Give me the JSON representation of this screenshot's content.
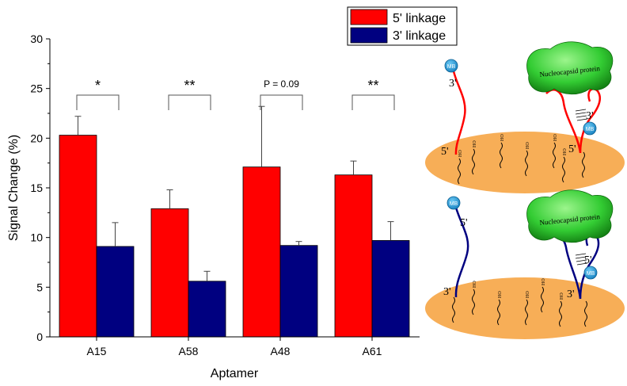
{
  "chart_data": {
    "type": "bar",
    "xlabel": "Aptamer",
    "ylabel": "Signal Change (%)",
    "ylim": [
      0,
      30
    ],
    "yticks": [
      0,
      5,
      10,
      15,
      20,
      25,
      30
    ],
    "categories": [
      "A15",
      "A58",
      "A48",
      "A61"
    ],
    "series": [
      {
        "name": "5' linkage",
        "color": "#ff0000",
        "values": [
          20.3,
          12.9,
          17.1,
          16.3
        ],
        "errors": [
          1.9,
          1.9,
          6.1,
          1.4
        ]
      },
      {
        "name": "3' linkage",
        "color": "#000080",
        "values": [
          9.1,
          5.6,
          9.2,
          9.7
        ],
        "errors": [
          2.4,
          1.0,
          0.4,
          1.9
        ]
      }
    ],
    "significance": [
      "*",
      "**",
      "P = 0.09",
      "**"
    ],
    "legend_position": "top-right"
  },
  "diagram": {
    "protein_label": "Nucleocapsid protein",
    "mb_label": "MB",
    "oh_label": "HO",
    "top_panel": {
      "free_end": "3'",
      "bound_end": "5'",
      "hairpin_end": "3'",
      "anchor_end": "5'"
    },
    "bottom_panel": {
      "free_end": "5'",
      "bound_end": "3'",
      "hairpin_end": "5'",
      "anchor_end": "3'"
    },
    "colors": {
      "top_strand": "#ff0000",
      "bottom_strand": "#000080",
      "surface": "#f7ae57",
      "protein": "#33cc33",
      "mb": "#1e9fe0"
    }
  }
}
